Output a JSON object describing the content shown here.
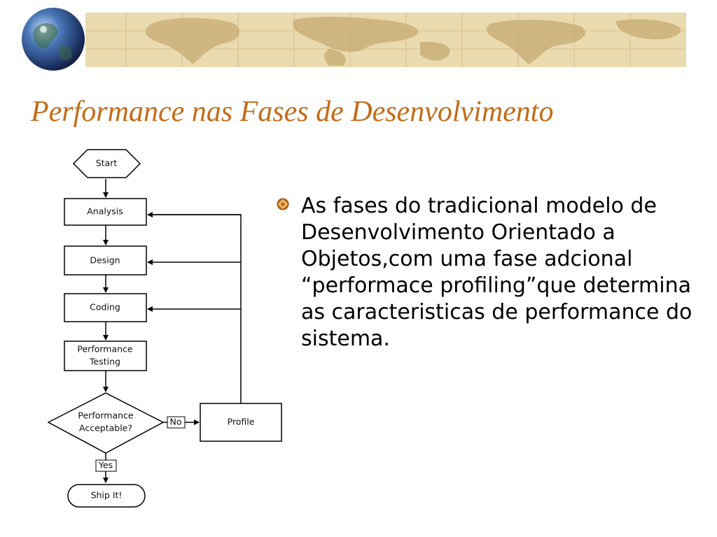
{
  "slide": {
    "title": "Performance nas Fases de Desenvolvimento",
    "accent_color": "#c36b17",
    "banner_color": "#eadab0",
    "banner_icon": "globe-icon"
  },
  "flowchart": {
    "nodes": {
      "start": "Start",
      "analysis": "Analysis",
      "design": "Design",
      "coding": "Coding",
      "perf_testing": [
        "Performance",
        "Testing"
      ],
      "decision": [
        "Performance",
        "Acceptable?"
      ],
      "profile": "Profile",
      "ship": "Ship It!"
    },
    "edge_labels": {
      "no": "No",
      "yes": "Yes"
    }
  },
  "bullets": [
    {
      "icon": "bullet-diamond-icon",
      "text": "As fases do tradicional modelo de Desenvolvimento Orientado a Objetos,com uma fase adcional “performace profiling”que determina as caracteristicas de performance do sistema."
    }
  ]
}
